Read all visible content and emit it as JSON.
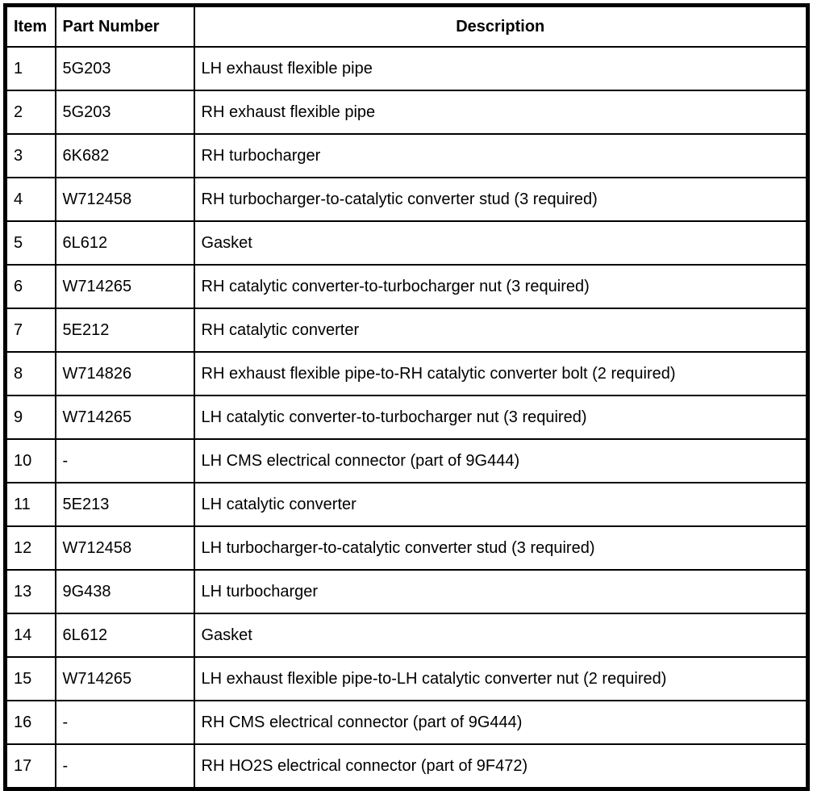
{
  "table": {
    "headers": {
      "item": "Item",
      "part_number": "Part Number",
      "description": "Description"
    },
    "rows": [
      {
        "item": "1",
        "part_number": "5G203",
        "description": "LH exhaust flexible pipe"
      },
      {
        "item": "2",
        "part_number": "5G203",
        "description": "RH exhaust flexible pipe"
      },
      {
        "item": "3",
        "part_number": "6K682",
        "description": "RH turbocharger"
      },
      {
        "item": "4",
        "part_number": "W712458",
        "description": "RH turbocharger-to-catalytic converter stud (3 required)"
      },
      {
        "item": "5",
        "part_number": "6L612",
        "description": "Gasket"
      },
      {
        "item": "6",
        "part_number": "W714265",
        "description": "RH catalytic converter-to-turbocharger nut (3 required)"
      },
      {
        "item": "7",
        "part_number": "5E212",
        "description": "RH catalytic converter"
      },
      {
        "item": "8",
        "part_number": "W714826",
        "description": "RH exhaust flexible pipe-to-RH catalytic converter bolt (2 required)"
      },
      {
        "item": "9",
        "part_number": "W714265",
        "description": "LH catalytic converter-to-turbocharger nut (3 required)"
      },
      {
        "item": "10",
        "part_number": "-",
        "description": "LH CMS electrical connector (part of 9G444)"
      },
      {
        "item": "11",
        "part_number": "5E213",
        "description": "LH catalytic converter"
      },
      {
        "item": "12",
        "part_number": "W712458",
        "description": "LH turbocharger-to-catalytic converter stud (3 required)"
      },
      {
        "item": "13",
        "part_number": "9G438",
        "description": "LH turbocharger"
      },
      {
        "item": "14",
        "part_number": "6L612",
        "description": "Gasket"
      },
      {
        "item": "15",
        "part_number": "W714265",
        "description": "LH exhaust flexible pipe-to-LH catalytic converter nut (2 required)"
      },
      {
        "item": "16",
        "part_number": "-",
        "description": "RH CMS electrical connector (part of 9G444)"
      },
      {
        "item": "17",
        "part_number": "-",
        "description": "RH HO2S electrical connector (part of 9F472)"
      }
    ]
  },
  "colors": {
    "border": "#000000",
    "background": "#ffffff",
    "text": "#000000"
  }
}
